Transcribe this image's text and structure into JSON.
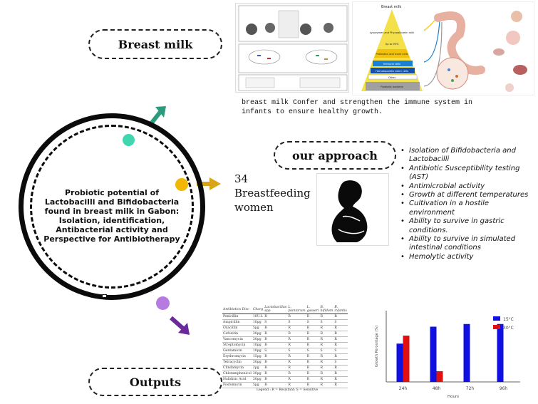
{
  "labels": {
    "breast_milk": "Breast milk",
    "our_approach": "our approach",
    "outputs": "Outputs"
  },
  "center_title": "Probiotic potential of Lactobacilli and Bifidobacteria found in breast milk in Gabon: Isolation, identification, Antibacterial activity and Perspective for Antibiotherapy",
  "breast_milk_caption": "breast milk Confer and strengthen the immune system in infants to ensure healthy growth.",
  "women": {
    "count": "34",
    "line1": "Breastfeeding",
    "line2": "women"
  },
  "approach_items": [
    "Isolation of Bifidobacteria and Lactobacilli",
    "Antibiotic Susceptibility testing (AST)",
    "Antimicrobial activity",
    "Growth at different temperatures",
    "Cultivation in a hostile environment",
    "Ability to survive in gastric conditions.",
    "Ability to survive in simulated intestinal conditions",
    "Hemolytic activity"
  ],
  "pyramid": {
    "title": "Breast milk",
    "levels": [
      "Lysozymes and Phycoalbumin milk",
      "Up to 90%",
      "Prebiotics and more cells",
      "Immune cells",
      "Hematopoietic stem cells",
      "Other",
      "Probiotic bacteria"
    ]
  },
  "colors": {
    "teal_dot": "#3fd6b0",
    "yellow_dot": "#f2b705",
    "purple_dot": "#b57be0",
    "teal_arrow": "#2b9b7e",
    "yellow_arrow": "#d9a416",
    "purple_arrow": "#6a2a9a",
    "bar_blue": "#1010e0",
    "bar_red": "#e01010"
  },
  "chart_data": {
    "type": "bar",
    "title": "",
    "xlabel": "Hours",
    "ylabel": "Growth Percentage (%)",
    "categories": [
      "24h",
      "48h",
      "72h",
      "96h"
    ],
    "series": [
      {
        "name": "15°C",
        "values": [
          43,
          62,
          65,
          65
        ]
      },
      {
        "name": "30°C",
        "values": [
          52,
          12,
          0,
          0
        ]
      }
    ],
    "ylim": [
      0,
      80
    ],
    "legend": "top-right",
    "grid": false
  },
  "table": {
    "headers": [
      "Antibiotics Disc",
      "Charg",
      "Lactobacillus spp",
      "L. plantarum",
      "L. gasseri",
      "B. bifidum",
      "B. infantis"
    ],
    "rows": [
      [
        "Penicillin",
        "10U.L",
        "R",
        "R",
        "R",
        "R",
        "R"
      ],
      [
        "Ampicillin",
        "10µg",
        "S",
        "S",
        "S",
        "S",
        "S"
      ],
      [
        "Oxacillin",
        "5µg",
        "R",
        "R",
        "R",
        "R",
        "R"
      ],
      [
        "Cefoxitin",
        "30µg",
        "R",
        "R",
        "R",
        "R",
        "R"
      ],
      [
        "Vancomycin",
        "30µg",
        "R",
        "R",
        "R",
        "R",
        "R"
      ],
      [
        "Streptomycin",
        "10µg",
        "R",
        "R",
        "R",
        "R",
        "R"
      ],
      [
        "Gentamicin",
        "10µg",
        "S",
        "S",
        "S",
        "S",
        "S"
      ],
      [
        "Erythromycin",
        "15µg",
        "R",
        "R",
        "R",
        "R",
        "R"
      ],
      [
        "Tetracyclin",
        "30µg",
        "R",
        "R",
        "R",
        "R",
        "S"
      ],
      [
        "Clindamycin",
        "2µg",
        "R",
        "R",
        "R",
        "R",
        "R"
      ],
      [
        "Chloramphenicol",
        "30µg",
        "R",
        "R",
        "R",
        "R",
        "R"
      ],
      [
        "Nalidixic Acid",
        "30µg",
        "R",
        "R",
        "R",
        "R",
        "R"
      ],
      [
        "Fosfomycin",
        "5µg",
        "R",
        "R",
        "R",
        "R",
        "R"
      ]
    ],
    "legend": "Legend : R = Resistant; S = Sensitive"
  }
}
